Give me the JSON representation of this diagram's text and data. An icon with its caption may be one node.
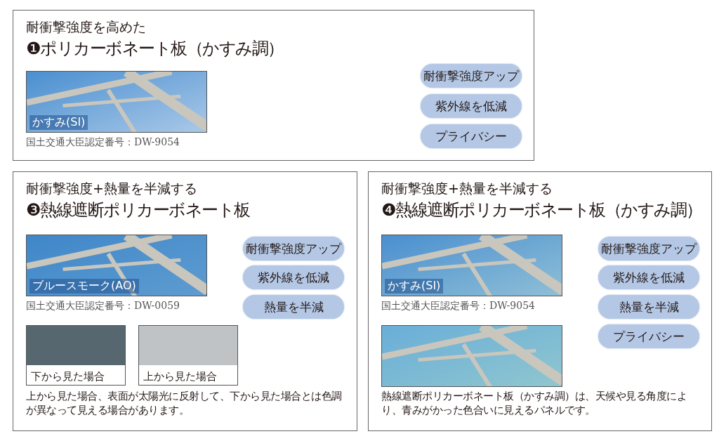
{
  "diagram": {
    "nodes": [
      {
        "text": [
          "耐衝撃強度を高めた",
          "❶ポリカーボネート板（かすみ調）"
        ]
      },
      {
        "text": [
          "かすみ(SI)"
        ],
        "in": 0,
        "beside": [
          "国土交通大臣認定番号：DW-9054"
        ]
      },
      {
        "text": [
          "耐衝撃強度アップ"
        ],
        "in": 0
      },
      {
        "text": [
          "紫外線を低減"
        ],
        "in": 0
      },
      {
        "text": [
          "プライバシー"
        ],
        "in": 0
      },
      {
        "text": [
          "耐衝撃強度+熱量を半減する",
          "❸熱線遮断ポリカーボネート板",
          "上から見た場合、表面が太陽光に反射して、下から見た場合とは色調が異なって見える場合があります。"
        ]
      },
      {
        "text": [
          "ブルースモーク(AO)"
        ],
        "in": 5,
        "beside": [
          "国土交通大臣認定番号：DW-0059"
        ]
      },
      {
        "text": [
          "耐衝撃強度アップ"
        ],
        "in": 5
      },
      {
        "text": [
          "紫外線を低減"
        ],
        "in": 5
      },
      {
        "text": [
          "熱量を半減"
        ],
        "in": 5
      },
      {
        "text": [
          "下から見た場合"
        ],
        "in": 5
      },
      {
        "text": [
          "上から見た場合"
        ],
        "in": 5
      },
      {
        "text": [
          "耐衝撃強度+熱量を半減する",
          "❹熱線遮断ポリカーボネート板（かすみ調）",
          "熱線遮断ポリカーボネート板（かすみ調）は、天候や見る角度により、青みがかった色合いに見えるパネルです。"
        ]
      },
      {
        "text": [
          "かすみ(SI)"
        ],
        "in": 12,
        "beside": [
          "国土交通大臣認定番号：DW-9054"
        ]
      },
      {
        "text": [
          "耐衝撃強度アップ"
        ],
        "in": 12
      },
      {
        "text": [
          "紫外線を低減"
        ],
        "in": 12
      },
      {
        "text": [
          "熱量を半減"
        ],
        "in": 12
      },
      {
        "text": [
          "プライバシー"
        ],
        "in": 12
      },
      {
        "text": [],
        "in": 12,
        "shape": "picture"
      }
    ]
  }
}
